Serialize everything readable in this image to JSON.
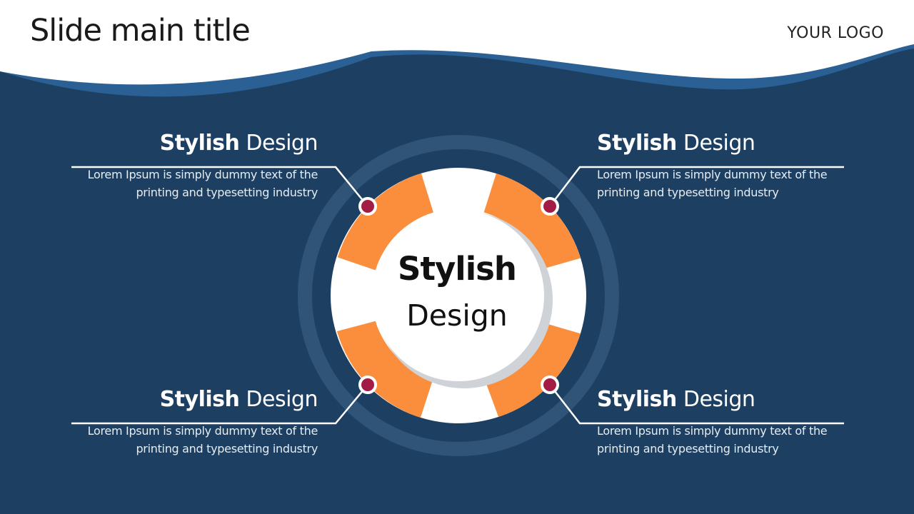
{
  "slide": {
    "title": "Slide main title",
    "logo": "YOUR LOGO"
  },
  "diagram": {
    "center": {
      "line1": "Stylish",
      "line2": "Design"
    },
    "items": [
      {
        "bold": "Stylish",
        "regular": "Design",
        "body": "Lorem Ipsum is simply dummy text of the printing and typesetting industry"
      },
      {
        "bold": "Stylish",
        "regular": "Design",
        "body": "Lorem Ipsum is simply dummy text of the printing and typesetting industry"
      },
      {
        "bold": "Stylish",
        "regular": "Design",
        "body": "Lorem Ipsum is simply dummy text of the printing and typesetting industry"
      },
      {
        "bold": "Stylish",
        "regular": "Design",
        "body": "Lorem Ipsum is simply dummy text of the printing and typesetting industry"
      }
    ]
  },
  "colors": {
    "background": "#1c3f62",
    "wave": "#2a6093",
    "ring": "#2f5478",
    "orange": "#fa8e3c",
    "dot": "#a31c45",
    "white": "#ffffff"
  }
}
